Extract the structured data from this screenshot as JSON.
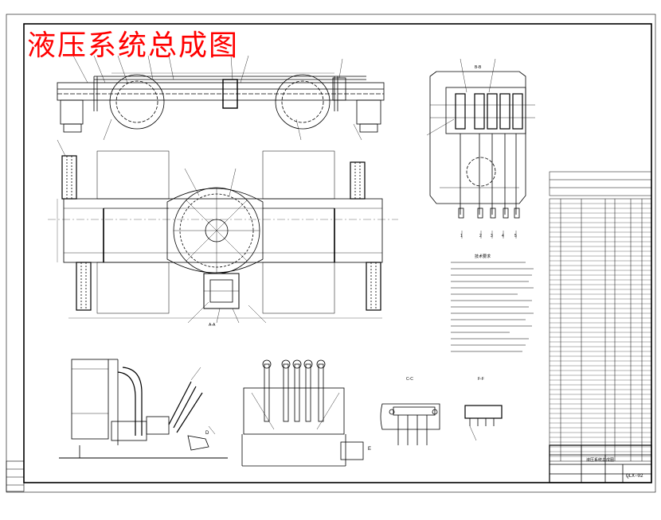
{
  "title": "液压系统总成图",
  "drawing_number": "QLX-02",
  "colors": {
    "title": "#ff0000",
    "line": "#000000",
    "paper": "#ffffff"
  },
  "view_marks": {
    "main": "A-A",
    "side_top": "B-B",
    "side_right": "C-C",
    "bottom_left": "D",
    "bottom_mid": "E",
    "bottom_right": "F-F"
  },
  "lever_numbers": [
    "1",
    "2",
    "3",
    "4",
    "5"
  ],
  "tech_requirements_title": "技术要求",
  "title_block_label": "液压系统总成图"
}
